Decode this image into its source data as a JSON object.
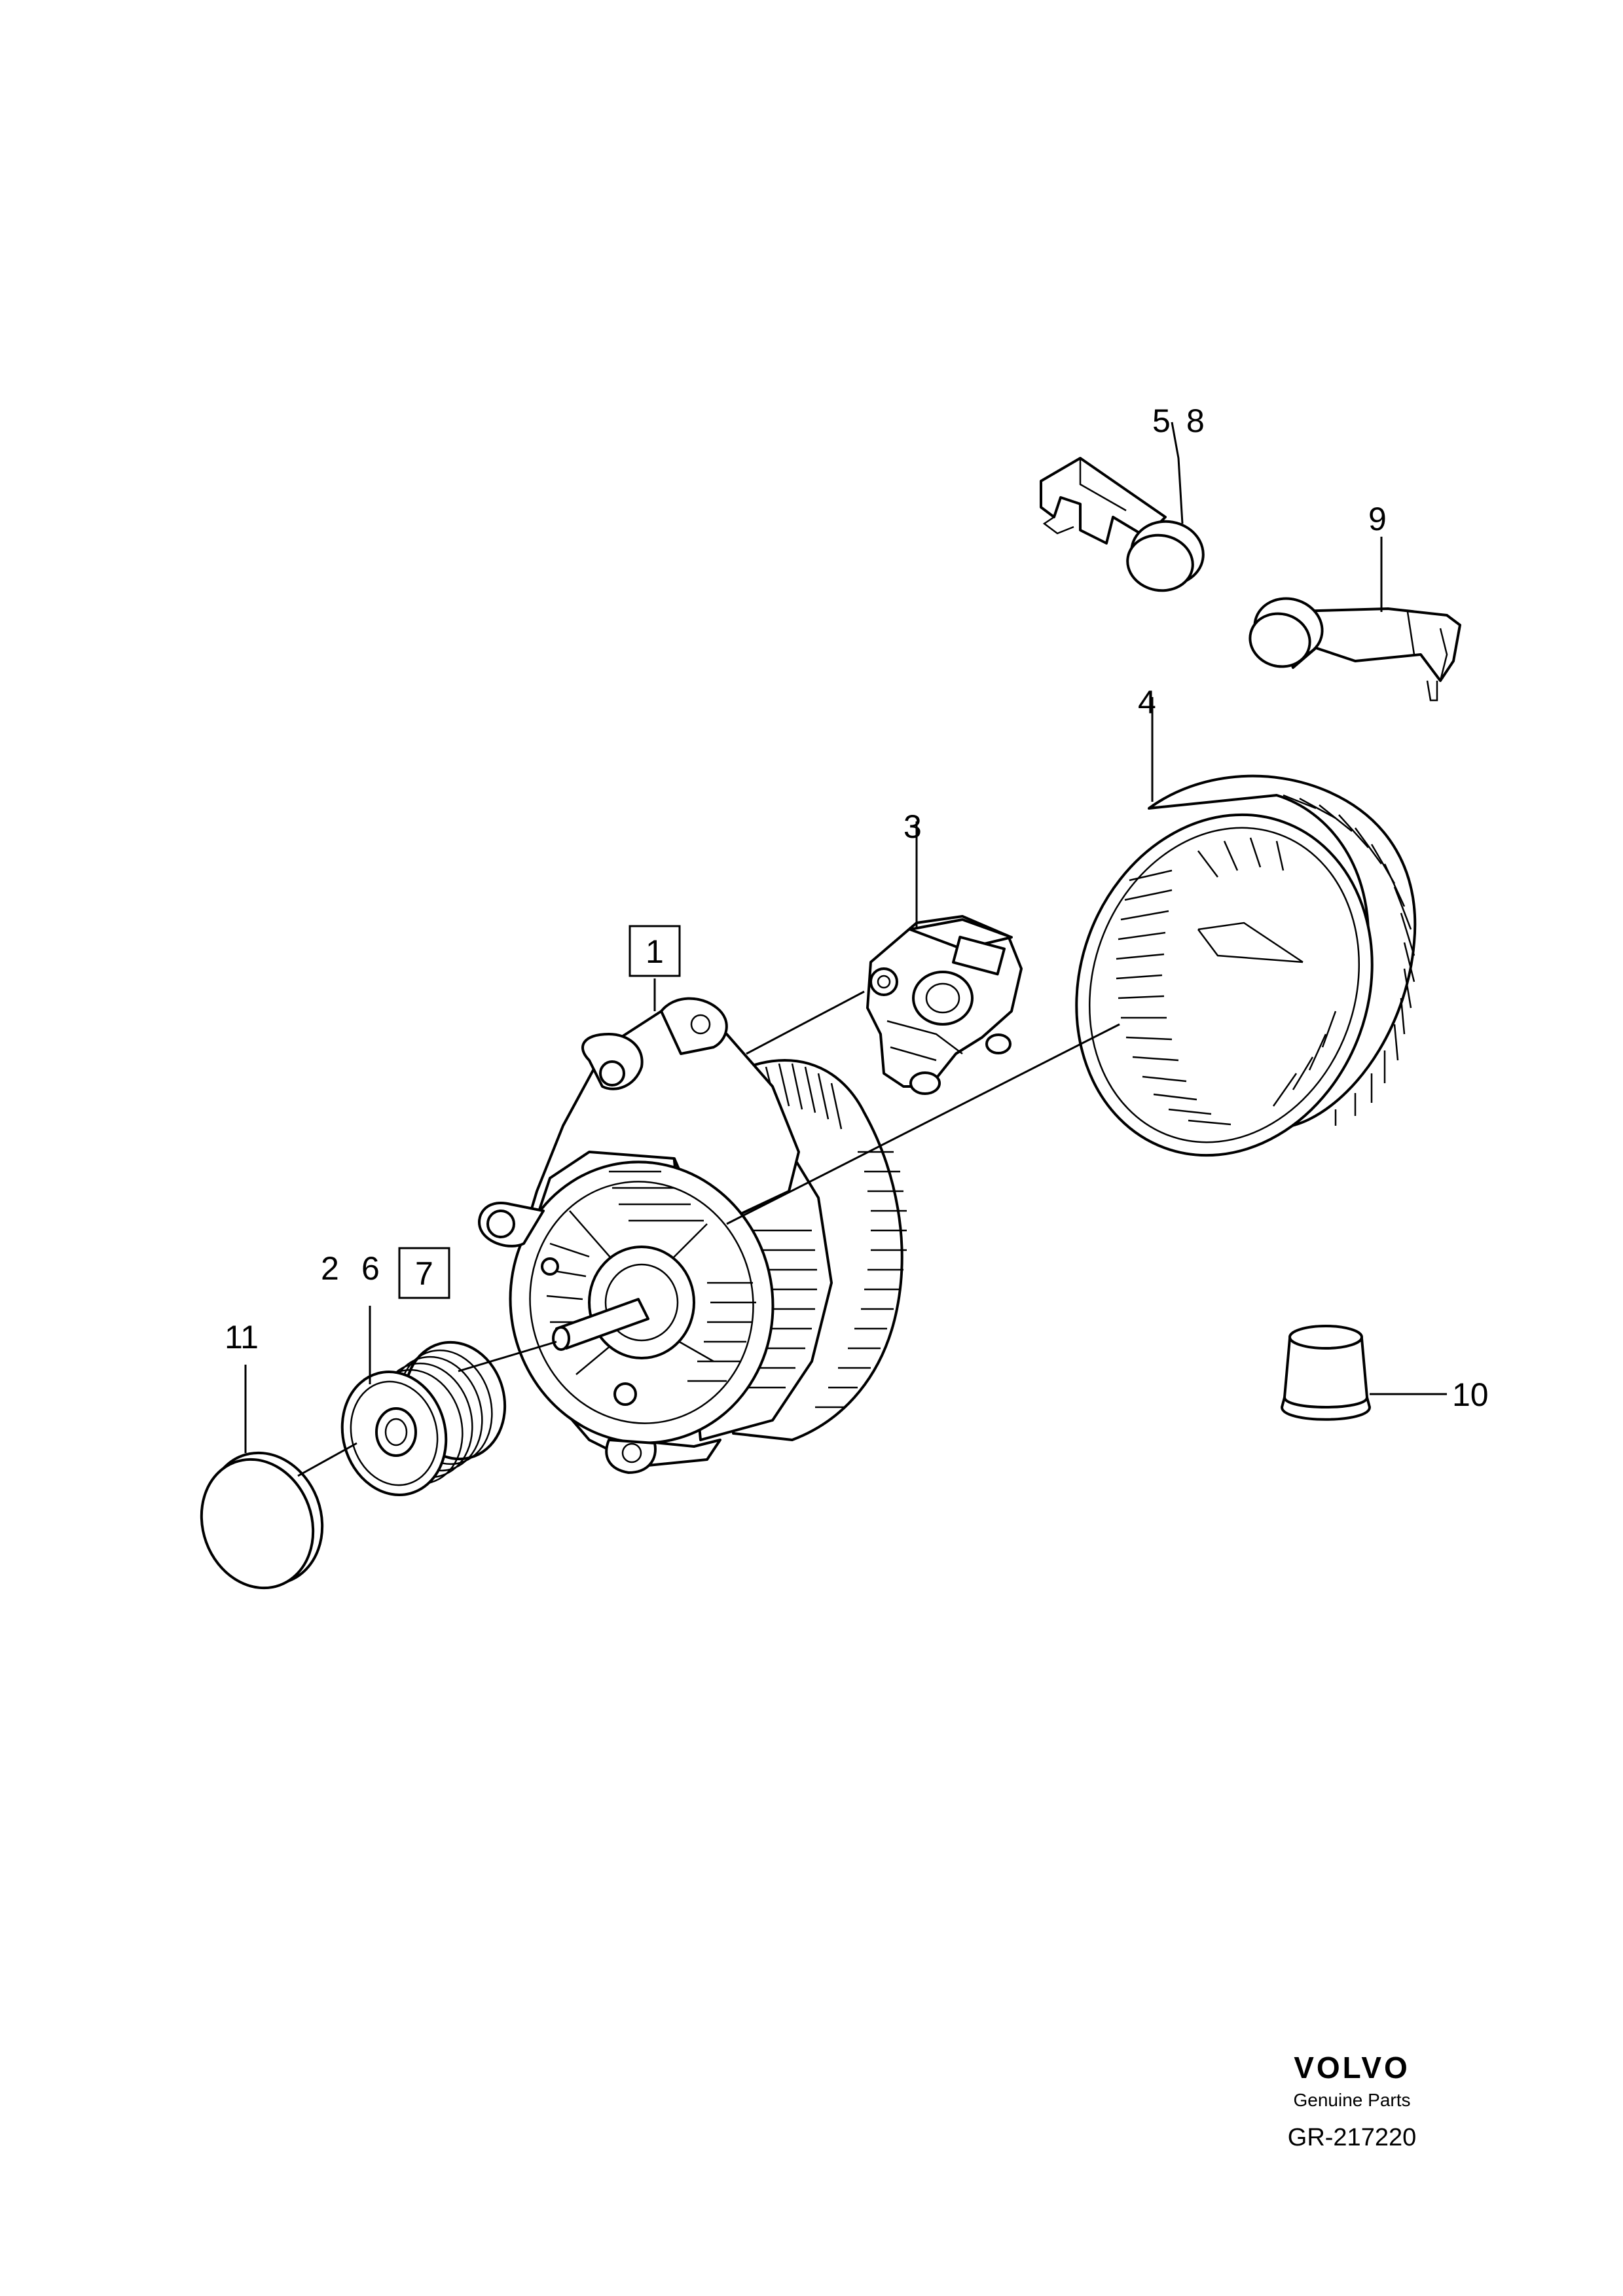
{
  "callouts": {
    "c1": "1",
    "c2": "2",
    "c3": "3",
    "c4": "4",
    "c5": "5",
    "c6": "6",
    "c7": "7",
    "c8": "8",
    "c9": "9",
    "c10": "10",
    "c11": "11"
  },
  "footer": {
    "brand": "VOLVO",
    "tagline": "Genuine Parts",
    "reference": "GR-217220"
  }
}
